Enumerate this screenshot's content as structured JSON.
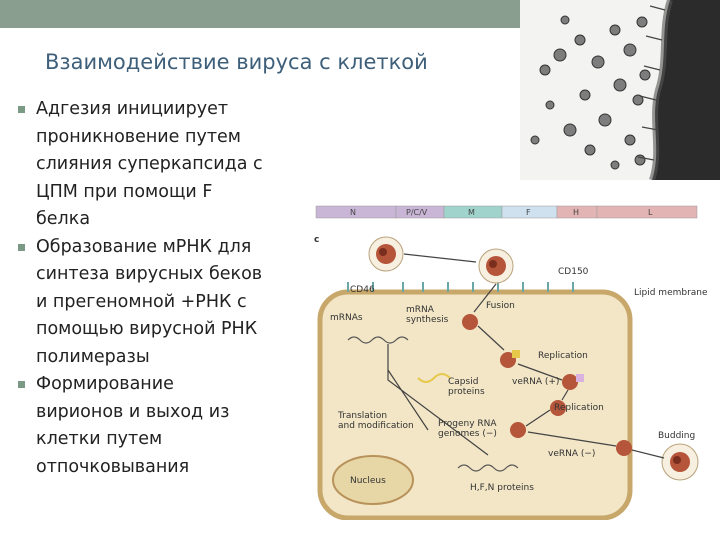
{
  "slide": {
    "title": "Взаимодействие вируса с клеткой",
    "bullets": [
      [
        "Адгезия инициирует",
        "проникновение путем",
        "слияния суперкапсида с",
        "ЦПМ при помощи F",
        "белка"
      ],
      [
        "Образование мРНК для",
        "синтеза вирусных беков",
        "и прегеномной +РНК с",
        "помощью вирусной РНК",
        "полимеразы"
      ],
      [
        "Формирование",
        "вирионов и выход из",
        "клетки путем",
        "отпочковывания"
      ]
    ]
  },
  "diagram": {
    "genome_segments": [
      "N",
      "P/C/V",
      "M",
      "F",
      "H",
      "L"
    ],
    "genome_colors": [
      "#c9b6d6",
      "#c9b6d6",
      "#9fd3cc",
      "#cfe0ef",
      "#e3b4b4",
      "#e3b4b4"
    ],
    "panel_letter": "c",
    "labels": {
      "cd150": "CD150",
      "cd46": "CD46",
      "lipid_membrane": "Lipid membrane",
      "fusion": "Fusion",
      "mrna": "mRNAs",
      "mrna_synthesis_1": "mRNA",
      "mrna_synthesis_2": "synthesis",
      "replication_1": "Replication",
      "capsid_1": "Capsid",
      "capsid_2": "proteins",
      "verna_plus": "veRNA (+)",
      "replication_2": "Replication",
      "translation_1": "Translation",
      "translation_2": "and modification",
      "progeny_1": "Progeny RNA",
      "progeny_2": "genomes (−)",
      "verna_minus": "veRNA (−)",
      "budding": "Budding",
      "nucleus": "Nucleus",
      "hfn": "H,F,N proteins"
    }
  }
}
